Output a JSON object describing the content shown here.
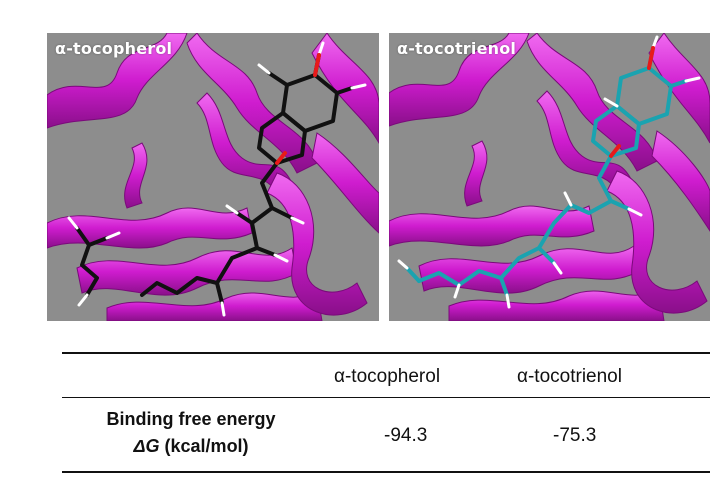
{
  "figure": {
    "panels": [
      {
        "label": "α-tocopherol",
        "ligand_color": "#111111",
        "protein_color": "#d61fd6",
        "background": "#8d8d8d"
      },
      {
        "label": "α-tocotrienol",
        "ligand_color": "#1aa3b0",
        "protein_color": "#d61fd6",
        "background": "#8d8d8d"
      }
    ]
  },
  "table": {
    "columns": [
      "α-tocopherol",
      "α-tocotrienol"
    ],
    "row": {
      "label_line1": "Binding free energy",
      "label_symbol": "ΔG",
      "label_unit": " (kcal/mol)",
      "values": [
        "-94.3",
        "-75.3"
      ]
    }
  }
}
